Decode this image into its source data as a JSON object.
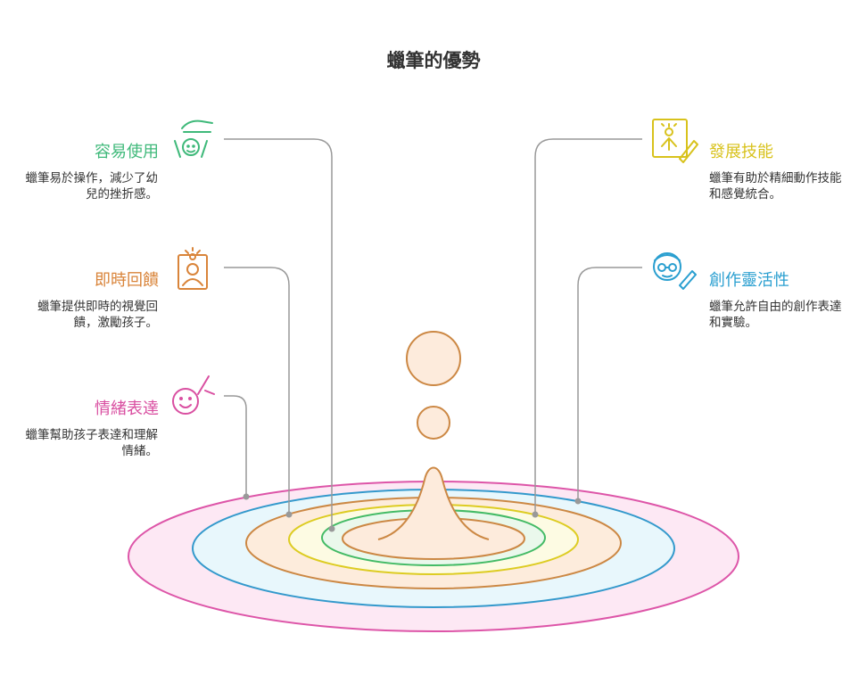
{
  "title": "蠟筆的優勢",
  "left_items": [
    {
      "heading": "容易使用",
      "description": "蠟筆易於操作，減少了幼兒的挫折感。",
      "color": "#3fb97a",
      "icon": "hand-over-child-icon"
    },
    {
      "heading": "即時回饋",
      "description": "蠟筆提供即時的視覺回饋，激勵孩子。",
      "color": "#d9843a",
      "icon": "child-portrait-icon"
    },
    {
      "heading": "情緒表達",
      "description": "蠟筆幫助孩子表達和理解情緒。",
      "color": "#d94fa1",
      "icon": "smiling-face-crayon-icon"
    }
  ],
  "right_items": [
    {
      "heading": "發展技能",
      "description": "蠟筆有助於精細動作技能和感覺統合。",
      "color": "#d8c21c",
      "icon": "easel-drawing-icon"
    },
    {
      "heading": "創作靈活性",
      "description": "蠟筆允許自由的創作表達和實驗。",
      "color": "#2a9fd0",
      "icon": "artist-with-glasses-icon"
    }
  ],
  "colors": {
    "ripple_pink": "#dd55a8",
    "ripple_blue": "#3399cc",
    "ripple_orange": "#cc8844",
    "ripple_yellow": "#ddcc22",
    "ripple_green": "#44bb66",
    "droplet": "#fdebdc",
    "connector": "#999999"
  }
}
